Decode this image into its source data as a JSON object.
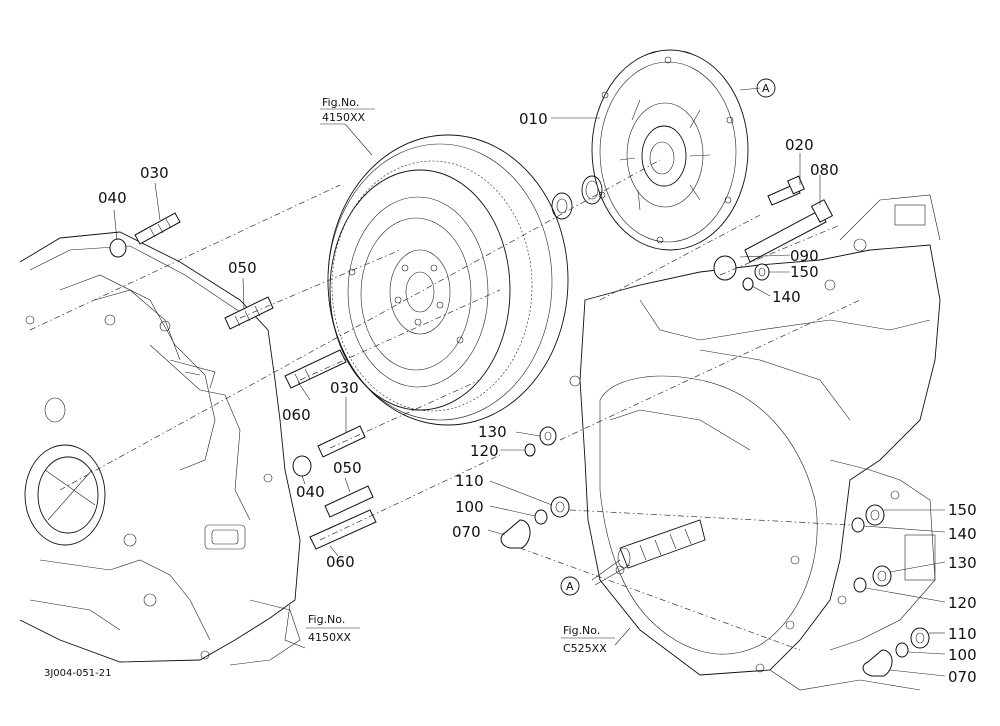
{
  "diagram": {
    "drawing_code": "3J004-051-21",
    "fig_refs": {
      "top": {
        "title": "Fig.No.",
        "number": "4150XX"
      },
      "bottom_left": {
        "title": "Fig.No.",
        "number": "4150XX"
      },
      "bottom_right": {
        "title": "Fig.No.",
        "number": "C525XX"
      }
    },
    "circle_marker": "A",
    "labels": {
      "p010": "010",
      "p020": "020",
      "p080": "080",
      "p090": "090",
      "p150_top": "150",
      "p140_top": "140",
      "p030_top": "030",
      "p040_top": "040",
      "p050_top": "050",
      "p060_mid": "060",
      "p030_mid": "030",
      "p040_mid": "040",
      "p050_mid": "050",
      "p060_low": "060",
      "p130_mid": "130",
      "p120_mid": "120",
      "p110_mid": "110",
      "p100_mid": "100",
      "p070_mid": "070",
      "p150_right": "150",
      "p140_right": "140",
      "p130_right": "130",
      "p120_right": "120",
      "p110_right": "110",
      "p100_right": "100",
      "p070_right": "070"
    }
  }
}
